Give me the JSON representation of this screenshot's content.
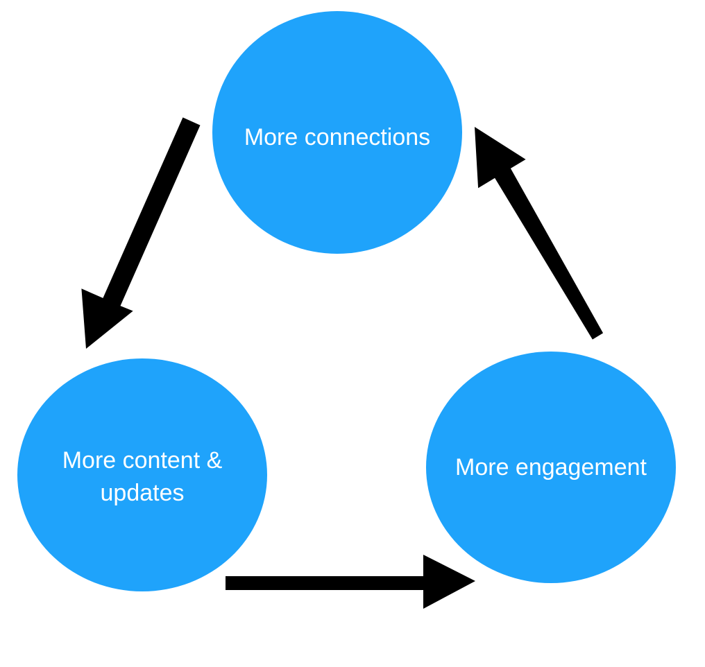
{
  "diagram": {
    "nodes": [
      {
        "id": "connections",
        "lines": [
          "More connections"
        ]
      },
      {
        "id": "content",
        "lines": [
          "More content &",
          "updates"
        ]
      },
      {
        "id": "engagement",
        "lines": [
          "More engagement"
        ]
      }
    ],
    "edges": [
      {
        "from": "connections",
        "to": "content"
      },
      {
        "from": "content",
        "to": "engagement"
      },
      {
        "from": "engagement",
        "to": "connections"
      }
    ],
    "colors": {
      "node_fill": "#1fa3fb",
      "node_text": "#ffffff",
      "arrow": "#000000"
    }
  }
}
